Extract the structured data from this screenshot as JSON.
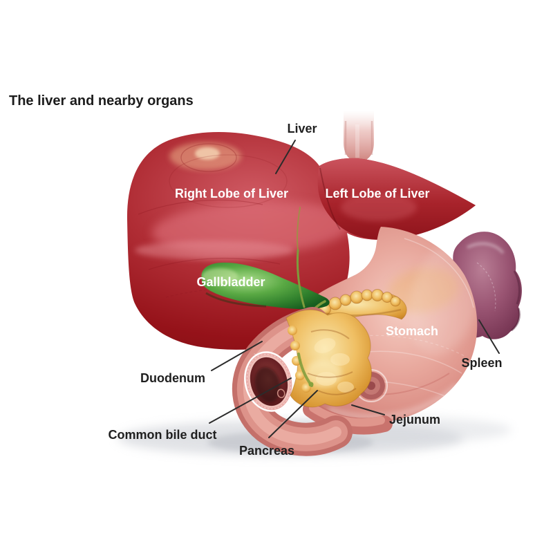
{
  "title": "The liver and nearby organs",
  "figure": {
    "type": "anatomical-diagram",
    "organ_labels": {
      "liver": "Liver",
      "right_lobe": "Right Lobe of Liver",
      "left_lobe": "Left Lobe of Liver",
      "gallbladder": "Gallbladder",
      "stomach": "Stomach",
      "spleen": "Spleen",
      "duodenum": "Duodenum",
      "common_bile_duct": "Common bile duct",
      "pancreas": "Pancreas",
      "jejunum": "Jejunum"
    },
    "colors": {
      "background": "#ffffff",
      "title_text": "#1c1c1c",
      "dark_label_text": "#1f1f1f",
      "light_label_text": "#ffffff",
      "leader_line": "#2b2b2b",
      "liver": "#a32026",
      "liver_highlight": "#dd7079",
      "gallbladder": "#3f9633",
      "bile_duct": "#7d9c3c",
      "stomach": "#e09a92",
      "pancreas": "#e8a43c",
      "spleen": "#95506e",
      "duodenum": "#d6837d",
      "duodenum_interior": "#5d1f22",
      "esophagus": "#cd827d"
    }
  }
}
